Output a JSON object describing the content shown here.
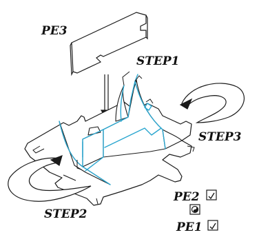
{
  "colors": {
    "line": "#1a1a1a",
    "fold": "#2aa6cf",
    "background": "#ffffff"
  },
  "labels": {
    "pe3": "PE3",
    "step1": "STEP1",
    "step2": "STEP2",
    "step3": "STEP3",
    "pe2": "PE2",
    "pe1": "PE1"
  },
  "icons": {
    "pe2_check": "check-box-icon",
    "recycle": "recycle-symbol-icon",
    "pe1_check": "check-box-icon"
  }
}
